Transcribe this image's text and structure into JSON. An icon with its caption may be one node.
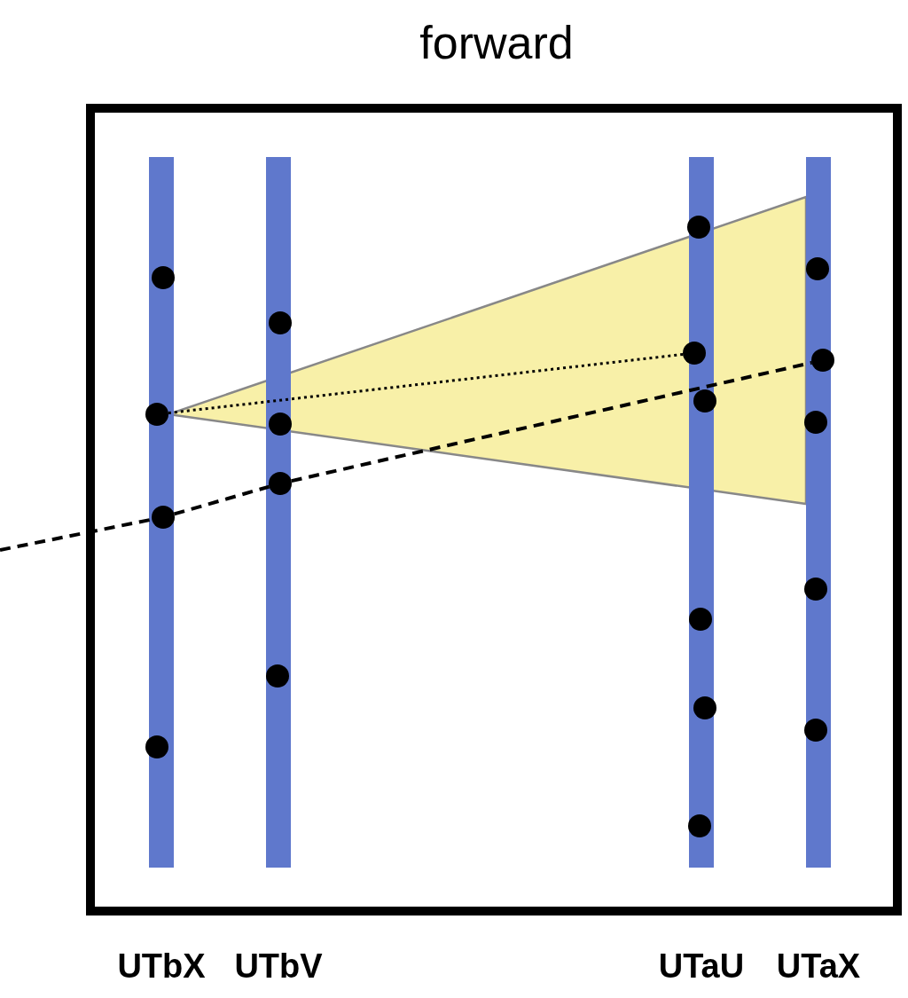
{
  "diagram": {
    "title": "forward",
    "nodes": [
      {
        "text": [],
        "shape": "box"
      },
      {
        "text": [
          "UTbX"
        ],
        "in": 0
      },
      {
        "text": [
          "UTbV"
        ],
        "in": 0
      },
      {
        "text": [
          "UTaU"
        ],
        "in": 0
      },
      {
        "text": [
          "UTaX"
        ],
        "in": 0
      },
      {
        "text": [],
        "shape": "circle",
        "in": 1
      },
      {
        "text": [],
        "shape": "circle",
        "in": 1
      },
      {
        "text": [],
        "shape": "circle",
        "in": 1
      },
      {
        "text": [],
        "shape": "circle",
        "in": 1
      },
      {
        "text": [],
        "shape": "circle",
        "in": 2
      },
      {
        "text": [],
        "shape": "circle",
        "in": 2
      },
      {
        "text": [],
        "shape": "circle",
        "in": 2
      },
      {
        "text": [],
        "shape": "circle",
        "in": 2
      },
      {
        "text": [],
        "shape": "circle",
        "in": 3
      },
      {
        "text": [],
        "shape": "circle",
        "in": 3
      },
      {
        "text": [],
        "shape": "circle",
        "in": 3
      },
      {
        "text": [],
        "shape": "circle",
        "in": 3
      },
      {
        "text": [],
        "shape": "circle",
        "in": 3
      },
      {
        "text": [],
        "shape": "circle",
        "in": 3
      },
      {
        "text": [],
        "shape": "circle",
        "in": 4
      },
      {
        "text": [],
        "shape": "circle",
        "in": 4
      },
      {
        "text": [],
        "shape": "circle",
        "in": 4
      },
      {
        "text": [],
        "shape": "circle",
        "in": 4
      },
      {
        "text": [],
        "shape": "circle",
        "in": 4
      }
    ],
    "edges": [
      {
        "from": 6,
        "to": 14,
        "arrow": "none",
        "style": "dashed"
      },
      {
        "from": null,
        "to": 7,
        "arrow": "none",
        "style": "dashed"
      },
      {
        "from": 7,
        "to": 11,
        "arrow": "none",
        "style": "dashed"
      },
      {
        "from": 11,
        "to": 20,
        "arrow": "none",
        "style": "dashed"
      }
    ]
  }
}
